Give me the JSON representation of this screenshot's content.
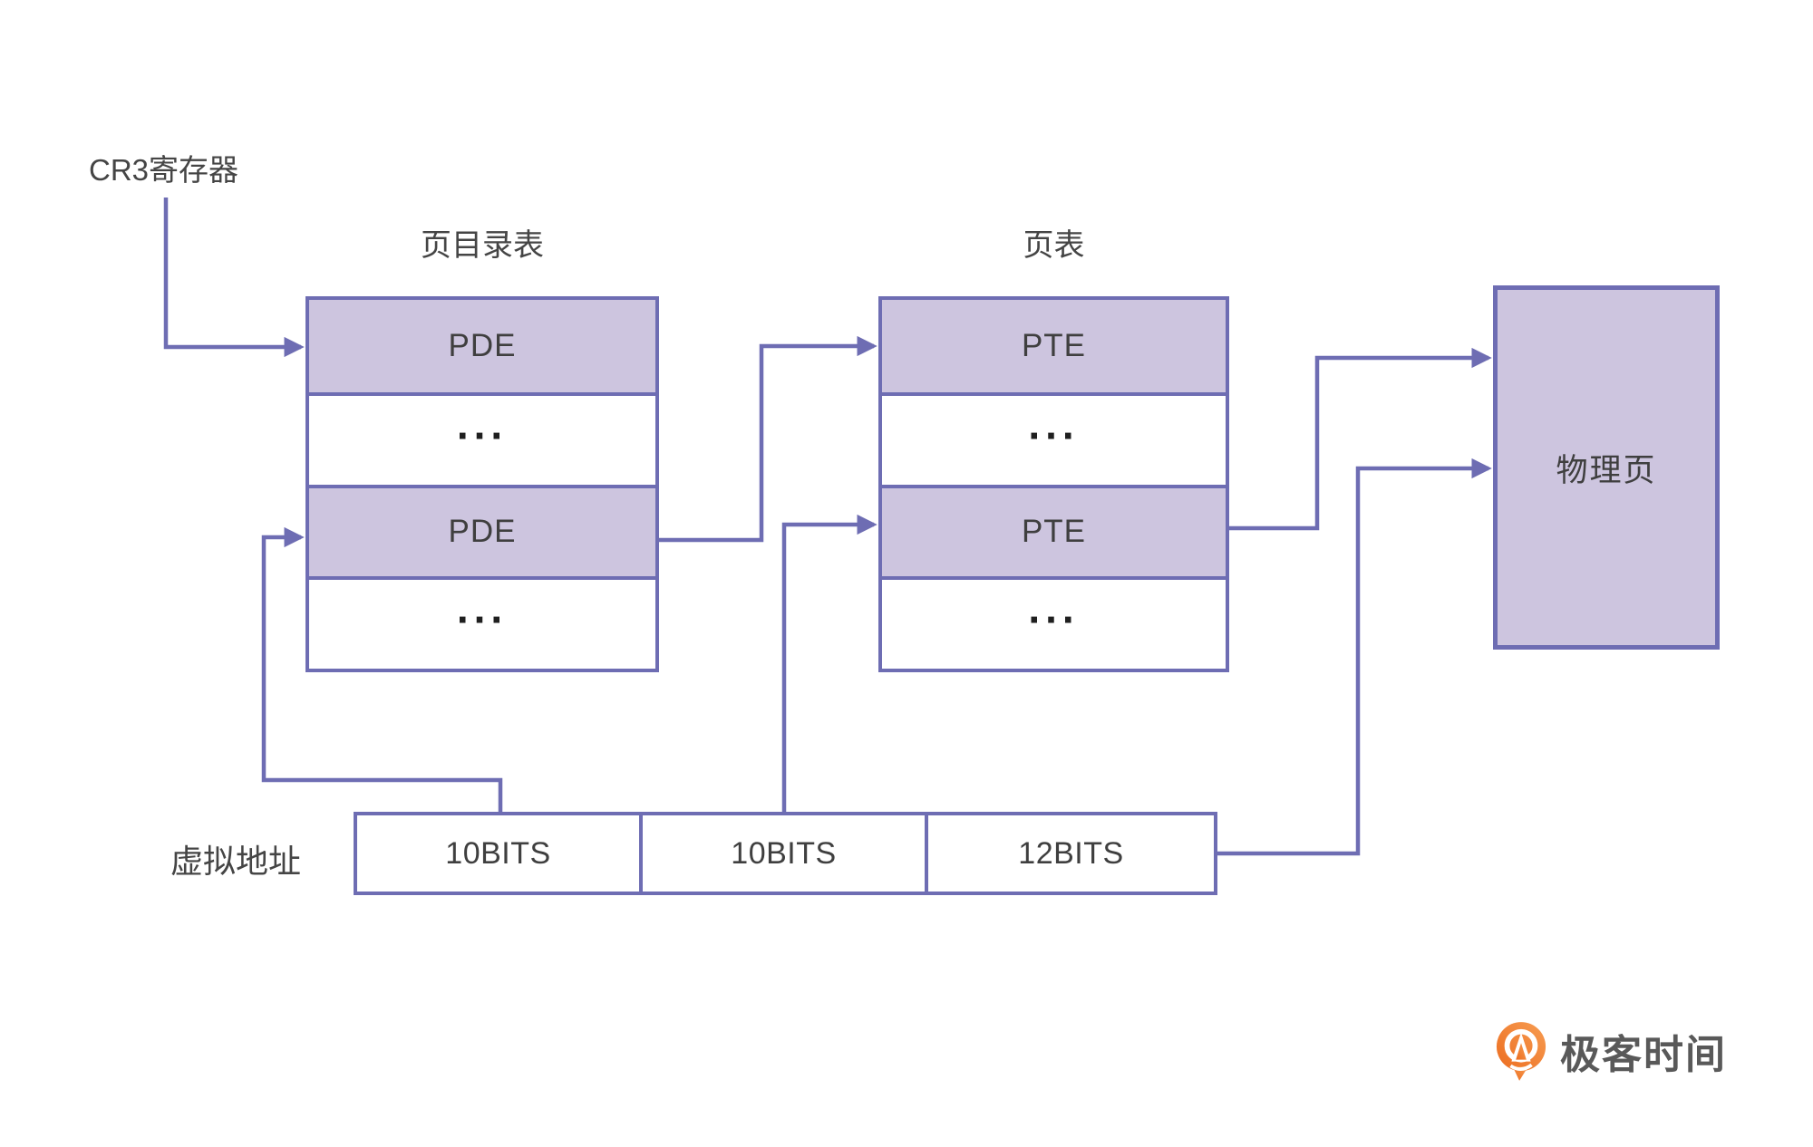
{
  "diagram": {
    "cr3_label": "CR3寄存器",
    "page_directory": {
      "title": "页目录表",
      "rows": [
        "PDE",
        "...",
        "PDE",
        "..."
      ]
    },
    "page_table": {
      "title": "页表",
      "rows": [
        "PTE",
        "...",
        "PTE",
        "..."
      ]
    },
    "physical_page_label": "物理页",
    "virtual_address": {
      "label": "虚拟地址",
      "fields": [
        "10BITS",
        "10BITS",
        "12BITS"
      ]
    },
    "colors": {
      "line_purple": "#6e6db3",
      "fill_purple": "#cdc5df",
      "entry_text": "#3f3f3f",
      "label_gray": "#454545",
      "logo_orange_dark": "#ec6c1f",
      "logo_orange_light": "#f79d52",
      "logo_text_gray": "#595959"
    }
  },
  "logo": {
    "text": "极客时间"
  }
}
